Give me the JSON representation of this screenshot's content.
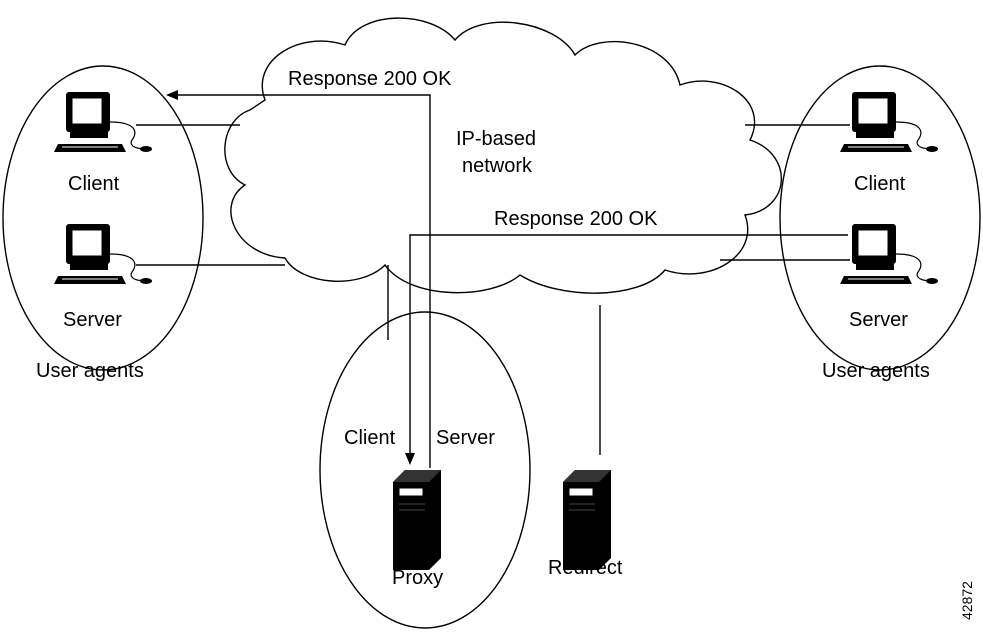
{
  "network": {
    "line1": "IP-based",
    "line2": "network"
  },
  "arrows": {
    "top_response": "Response 200 OK",
    "right_response": "Response 200 OK"
  },
  "left_group": {
    "client_label": "Client",
    "server_label": "Server",
    "group_label": "User agents"
  },
  "right_group": {
    "client_label": "Client",
    "server_label": "Server",
    "group_label": "User agents"
  },
  "proxy": {
    "client_label": "Client",
    "server_label": "Server",
    "name": "Proxy"
  },
  "redirect": {
    "name": "Redirect"
  },
  "figure_id": "42872",
  "icons": {
    "workstation": "computer-workstation-icon",
    "server_tower": "server-tower-icon",
    "cloud": "cloud-network-icon"
  }
}
